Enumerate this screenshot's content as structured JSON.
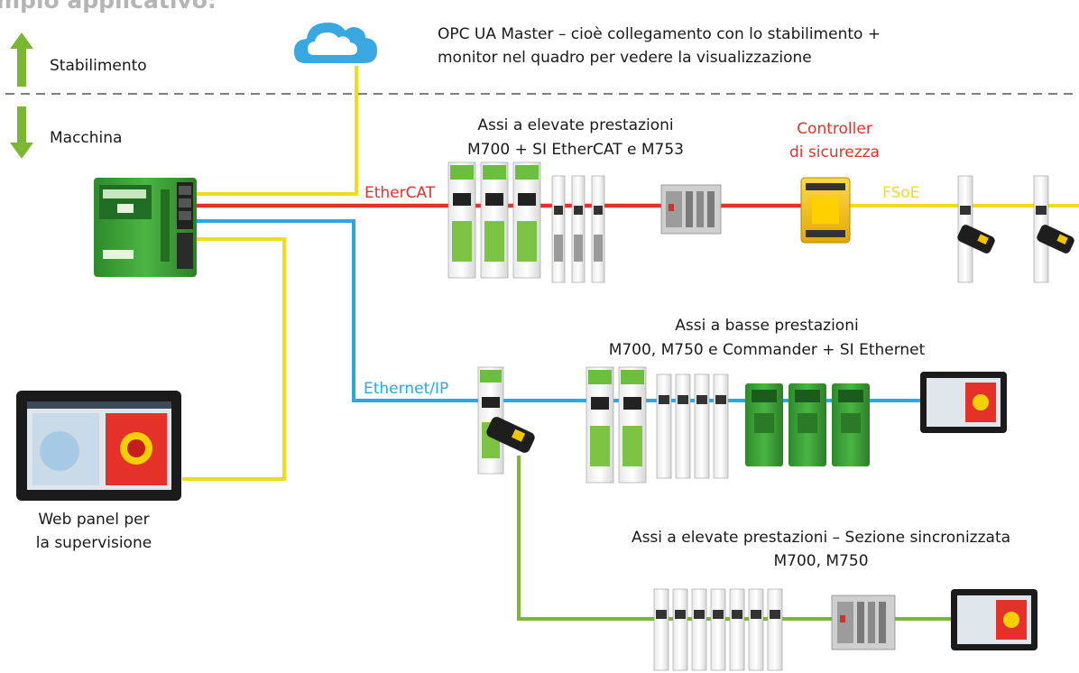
{
  "page": {
    "title": "mpio applicativo:"
  },
  "labels": {
    "stabilimento": "Stabilimento",
    "macchina": "Macchina",
    "opc_line1": "OPC UA Master – cioè collegamento con lo stabilimento +",
    "opc_line2": "monitor nel quadro per vedere la visualizzazione",
    "high_perf_line1": "Assi a elevate prestazioni",
    "high_perf_line2": "M700 + SI EtherCAT e M753",
    "safety_line1": "Controller",
    "safety_line2": "di sicurezza",
    "low_perf_line1": "Assi a basse prestazioni",
    "low_perf_line2": "M700, M750 e Commander + SI Ethernet",
    "sync_line1": "Assi a elevate prestazioni – Sezione sincronizzata",
    "sync_line2": "M700, M750",
    "web_panel_line1": "Web panel per",
    "web_panel_line2": "la supervisione"
  },
  "networks": {
    "ethercat": "EtherCAT",
    "ethernet_ip": "Ethernet/IP",
    "fsoe": "FSoE"
  },
  "colors": {
    "ethercat": "#e4322b",
    "ethernet_ip": "#29a9e0",
    "fsoe": "#f0dc1f",
    "sync": "#7cb733",
    "plant_arrow": "#7cb733",
    "cloud": "#3aa8e0",
    "controller_green": "#3fa535",
    "safety_yellow": "#f2c500"
  },
  "icons": [
    "cloud-icon",
    "arrow-up-icon",
    "arrow-down-icon",
    "controller-icon",
    "drive-icon",
    "hmi-panel-icon",
    "io-module-icon",
    "safety-controller-icon",
    "network-adapter-icon"
  ]
}
